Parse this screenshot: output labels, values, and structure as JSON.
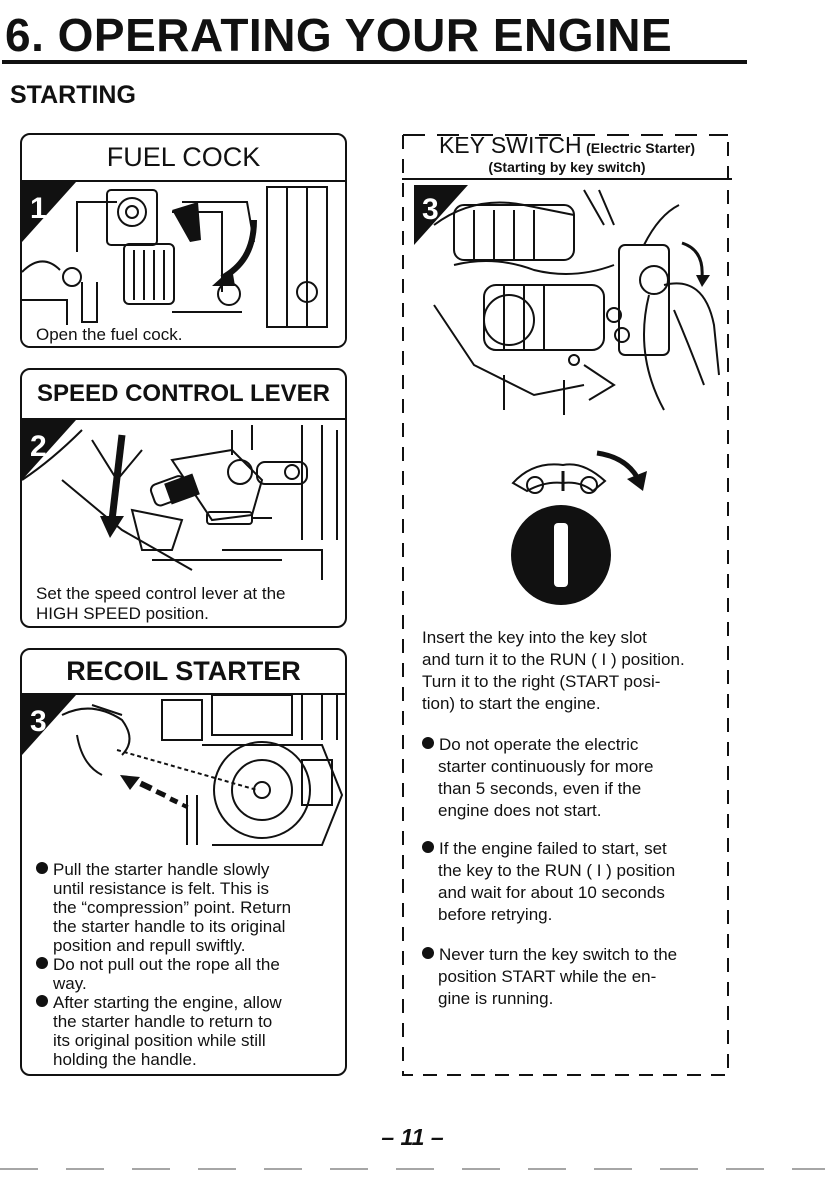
{
  "page": {
    "title": "6. OPERATING YOUR ENGINE",
    "section": "STARTING",
    "page_number": "– 11 –"
  },
  "fuel_cock": {
    "heading": "FUEL COCK",
    "step": "1",
    "caption": "Open the fuel cock."
  },
  "speed_lever": {
    "heading": "SPEED CONTROL LEVER",
    "step": "2",
    "caption_lines": [
      "Set the speed control lever at the",
      "HIGH SPEED position."
    ]
  },
  "recoil": {
    "heading": "RECOIL STARTER",
    "step": "3",
    "bullets": [
      [
        "Pull the starter handle slowly",
        "until resistance is felt. This is",
        "the “compression” point. Return",
        "the starter handle to its original",
        "position and repull swiftly."
      ],
      [
        "Do not pull out the rope all the",
        "way."
      ],
      [
        "After starting the engine, allow",
        "the starter handle to return to",
        "its original position while still",
        "holding the handle."
      ]
    ]
  },
  "key_switch": {
    "heading": "KEY SWITCH",
    "heading_suffix": "(Electric Starter)",
    "subheading": "(Starting by key switch)",
    "step": "3",
    "intro_lines": [
      "Insert the key into the key slot",
      "and turn it to the RUN ( I ) position.",
      "Turn it to the right (START posi-",
      "tion) to start the engine."
    ],
    "bullets": [
      [
        "Do not operate the electric",
        "starter continuously for more",
        "than 5 seconds, even if the",
        "engine does not start."
      ],
      [
        "If the engine failed to start, set",
        "the key to the RUN ( I ) position",
        "and wait for about 10 seconds",
        "before retrying."
      ],
      [
        "Never turn the key switch to the",
        "position START while the en-",
        "gine is running."
      ]
    ]
  }
}
